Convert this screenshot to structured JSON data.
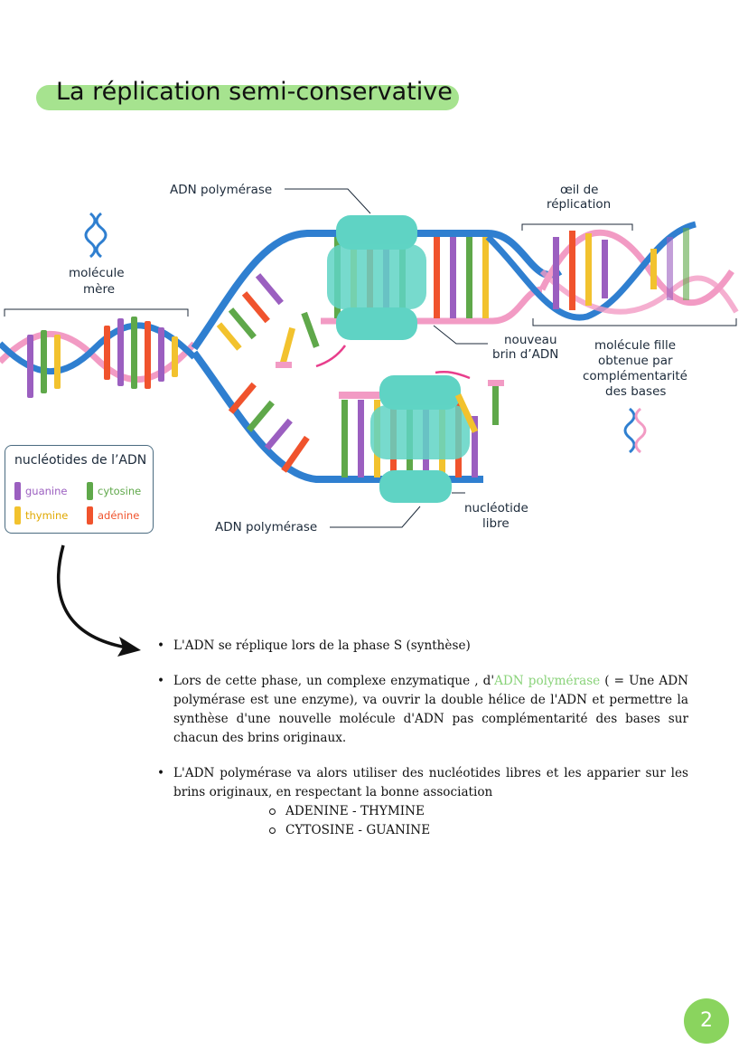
{
  "title": "La réplication semi-conservative",
  "diagram": {
    "labels": {
      "polymerase_top": "ADN polymérase",
      "polymerase_bottom": "ADN polymérase",
      "oeil_line1": "œil de",
      "oeil_line2": "réplication",
      "mere_line1": "molécule",
      "mere_line2": "mère",
      "nouveau_line1": "nouveau",
      "nouveau_line2": "brin d’ADN",
      "fille_line1": "molécule fille",
      "fille_line2": "obtenue par",
      "fille_line3": "complémentarité",
      "fille_line4": "des bases",
      "nucleotide_line1": "nucléotide",
      "nucleotide_line2": "libre"
    },
    "colors": {
      "guanine": "#9b5fc0",
      "cytosine": "#5fa84a",
      "thymine": "#f2c22e",
      "adenine": "#f0532d",
      "strand_blue": "#2f7fd0",
      "strand_pink": "#f29bc4",
      "polymerase": "#5fd3c4"
    }
  },
  "legend": {
    "title": "nucléotides de l’ADN",
    "items": [
      {
        "label": "guanine",
        "color": "#9b5fc0"
      },
      {
        "label": "cytosine",
        "color": "#5fa84a"
      },
      {
        "label": "thymine",
        "color": "#f2c22e"
      },
      {
        "label": "adénine",
        "color": "#f0532d"
      }
    ]
  },
  "bullets": {
    "b1": "L'ADN se réplique lors de la phase S (synthèse)",
    "b2_pre": "Lors de cette phase, un complexe enzymatique , d'",
    "b2_accent": "ADN polymérase",
    "b2_post": " ( = Une ADN polymérase est une enzyme), va ouvrir la double hélice de l'ADN et permettre la synthèse d'une nouvelle molécule d'ADN pas complémentarité des bases sur chacun des brins originaux.",
    "b3": "L'ADN polymérase va alors utiliser des nucléotides libres et les apparier sur les brins originaux, en respectant la bonne association",
    "sub": [
      "ADENINE - THYMINE",
      "CYTOSINE - GUANINE"
    ]
  },
  "page_number": "2"
}
